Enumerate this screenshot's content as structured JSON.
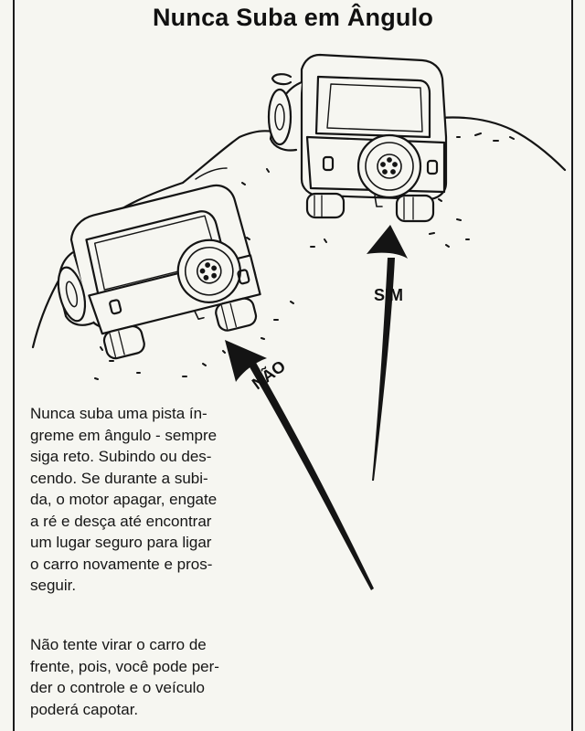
{
  "title": "Nunca Suba em Ângulo",
  "labels": {
    "sim": "SIM",
    "nao": "NÃO"
  },
  "paragraph1_lines": [
    "Nunca suba uma pista ín-",
    "greme em ângulo - sempre",
    "siga reto. Subindo ou des-",
    "cendo. Se durante a subi-",
    "da, o motor apagar, engate",
    "a ré e desça até encontrar",
    "um lugar seguro para ligar",
    "o carro novamente e pros-",
    "seguir."
  ],
  "paragraph2_lines": [
    "Não tente virar o carro de",
    "frente, pois, você pode per-",
    "der o controle e o veículo",
    "poderá capotar."
  ],
  "colors": {
    "ink": "#141414",
    "paper": "#f6f6f1"
  },
  "icons": [
    "jeep-straight-icon",
    "jeep-angled-icon",
    "arrow-sim-icon",
    "arrow-nao-icon"
  ]
}
